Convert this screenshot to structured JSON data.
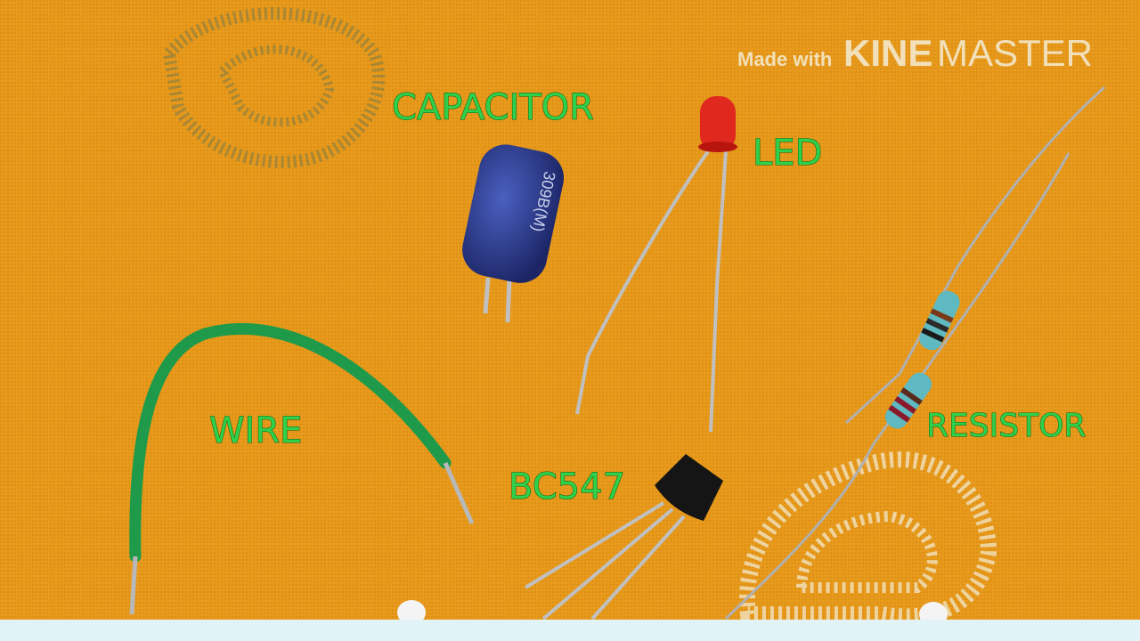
{
  "labels": {
    "capacitor": "CAPACITOR",
    "led": "LED",
    "wire": "WIRE",
    "transistor": "BC547",
    "resistor": "RESISTOR"
  },
  "watermark": {
    "prefix": "Made with",
    "brand_bold": "KINE",
    "brand_light": "MASTER"
  },
  "capacitor_marking": "309B(M)",
  "colors": {
    "cloth": "#e79a1c",
    "label_text": "#2fd04a",
    "wire": "#1f9a4a",
    "capacitor": "#2a3a8c",
    "led": "#e0281e"
  }
}
